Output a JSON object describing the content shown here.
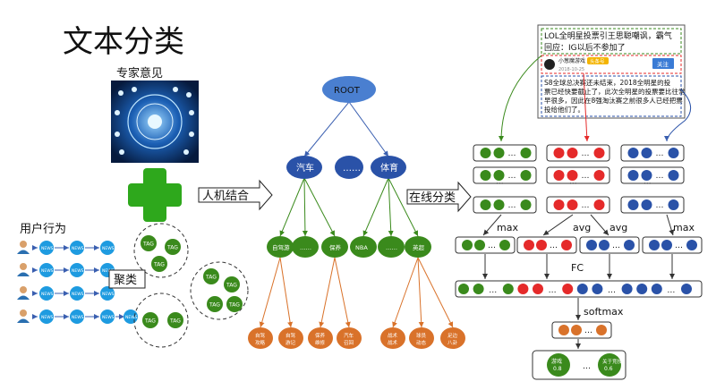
{
  "title": "文本分类",
  "expert": {
    "label": "专家意见"
  },
  "user_behavior": {
    "label": "用户行为",
    "news_label": "NEWS",
    "rows": 4
  },
  "cluster": {
    "label": "聚类",
    "tag_label": "TAG"
  },
  "human_machine": {
    "label": "人机结合"
  },
  "online": {
    "label": "在线分类"
  },
  "tree": {
    "root": "ROOT",
    "level1": [
      "汽车",
      "……",
      "体育"
    ],
    "level2": [
      "自驾游",
      "……",
      "保养",
      "NBA",
      "……",
      "英超"
    ],
    "level3": [
      "自驾攻略",
      "自驾游记",
      "保养维修",
      "汽车召回",
      "战术战术",
      "球员动态",
      "足边八卦"
    ]
  },
  "article": {
    "headline": "LOL全明星投票引王思聪嘲讽，霸气回应：IG以后不参加了",
    "author": "小葱魔游戏",
    "badge": "头条号",
    "date": "2018-10-25",
    "follow": "关注",
    "body": "S8全球总决赛还未结束，2018全明星的投票已经快要截止了，此次全明星的投票要比往常早很多，因此在8强淘汰赛之前很多人已经把票投给他们了。"
  },
  "network": {
    "labels": [
      "max",
      "avg",
      "avg",
      "max"
    ],
    "fc_label": "FC",
    "softmax_label": "softmax",
    "ellipsis": "…",
    "dots_v": "···",
    "results": [
      "游戏\n0.8",
      "关于竞技\n0.6"
    ]
  },
  "colors": {
    "green": "#3a8a1c",
    "red": "#e52a2a",
    "blue": "#2a52a8",
    "orange": "#d9722a",
    "root_blue": "#4a7fd0",
    "cross_green": "#2ea81c"
  }
}
